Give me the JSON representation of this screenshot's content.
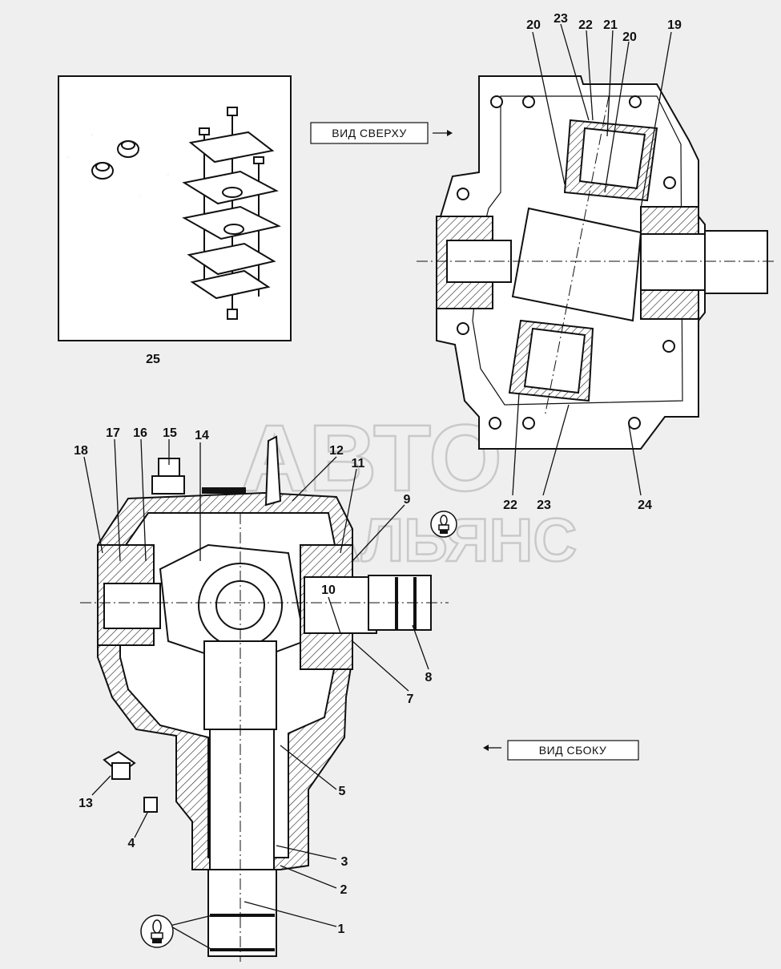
{
  "top_view_label": "ВИД СВЕРХУ",
  "side_view_label": "ВИД СБОКУ",
  "watermark": {
    "line1": "АВТО",
    "line2": "АЛЬЯНС"
  },
  "kit_label": "25",
  "part_labels": {
    "p1": "1",
    "p2": "2",
    "p3": "3",
    "p4": "4",
    "p5": "5",
    "p7": "7",
    "p8": "8",
    "p9": "9",
    "p10": "10",
    "p11": "11",
    "p12": "12",
    "p13": "13",
    "p14": "14",
    "p15": "15",
    "p16": "16",
    "p17": "17",
    "p18": "18",
    "p19": "19",
    "p20a": "20",
    "p20b": "20",
    "p21": "21",
    "p22a": "22",
    "p22b": "22",
    "p23a": "23",
    "p23b": "23",
    "p24": "24"
  },
  "icons": [
    "grease-point-icon",
    "arrow-right-icon",
    "arrow-left-icon"
  ]
}
